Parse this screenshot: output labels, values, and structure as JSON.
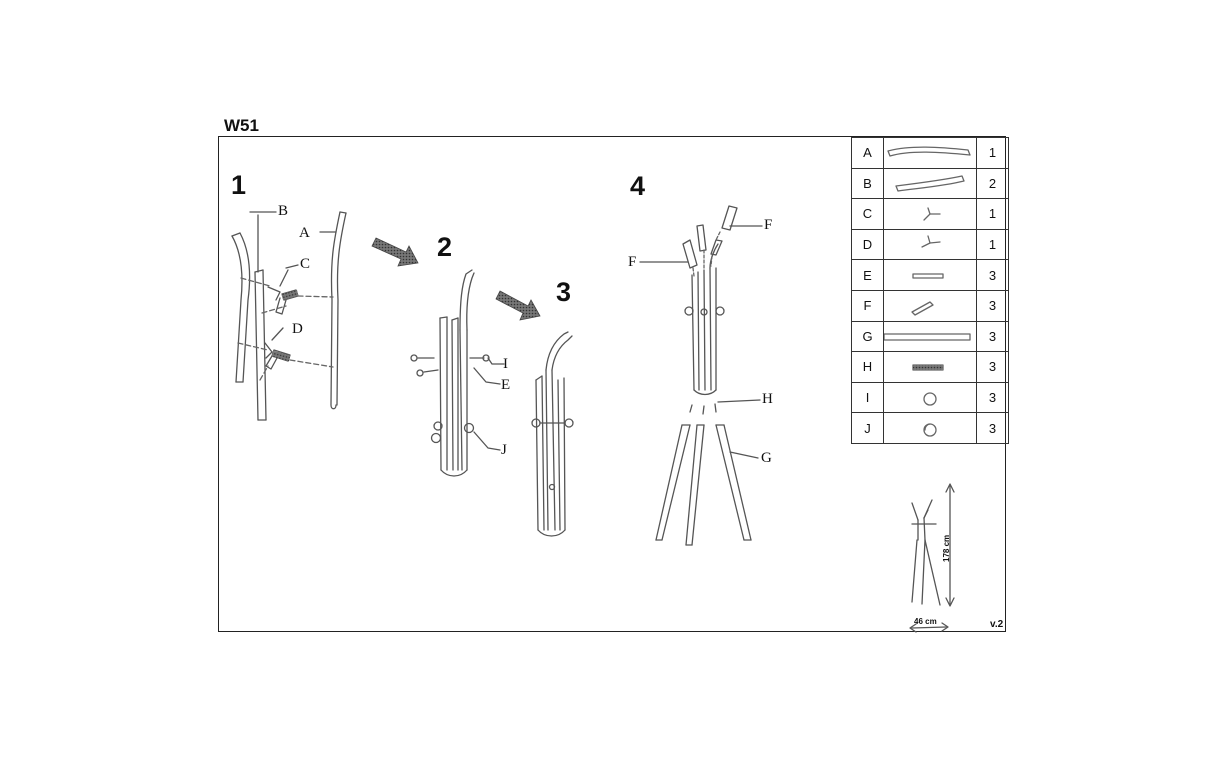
{
  "model": "W51",
  "steps": [
    "1",
    "2",
    "3",
    "4"
  ],
  "callouts": {
    "s1_b": "B",
    "s1_a": "A",
    "s1_c": "C",
    "s1_d": "D",
    "s2_i": "I",
    "s2_e": "E",
    "s2_j": "J",
    "s4_f1": "F",
    "s4_f2": "F",
    "s4_h": "H",
    "s4_g": "G"
  },
  "parts": [
    {
      "letter": "A",
      "qty": "1"
    },
    {
      "letter": "B",
      "qty": "2"
    },
    {
      "letter": "C",
      "qty": "1"
    },
    {
      "letter": "D",
      "qty": "1"
    },
    {
      "letter": "E",
      "qty": "3"
    },
    {
      "letter": "F",
      "qty": "3"
    },
    {
      "letter": "G",
      "qty": "3"
    },
    {
      "letter": "H",
      "qty": "3"
    },
    {
      "letter": "I",
      "qty": "3"
    },
    {
      "letter": "J",
      "qty": "3"
    }
  ],
  "dimensions": {
    "height": "178 cm",
    "width": "46 cm"
  },
  "version": "v.2"
}
